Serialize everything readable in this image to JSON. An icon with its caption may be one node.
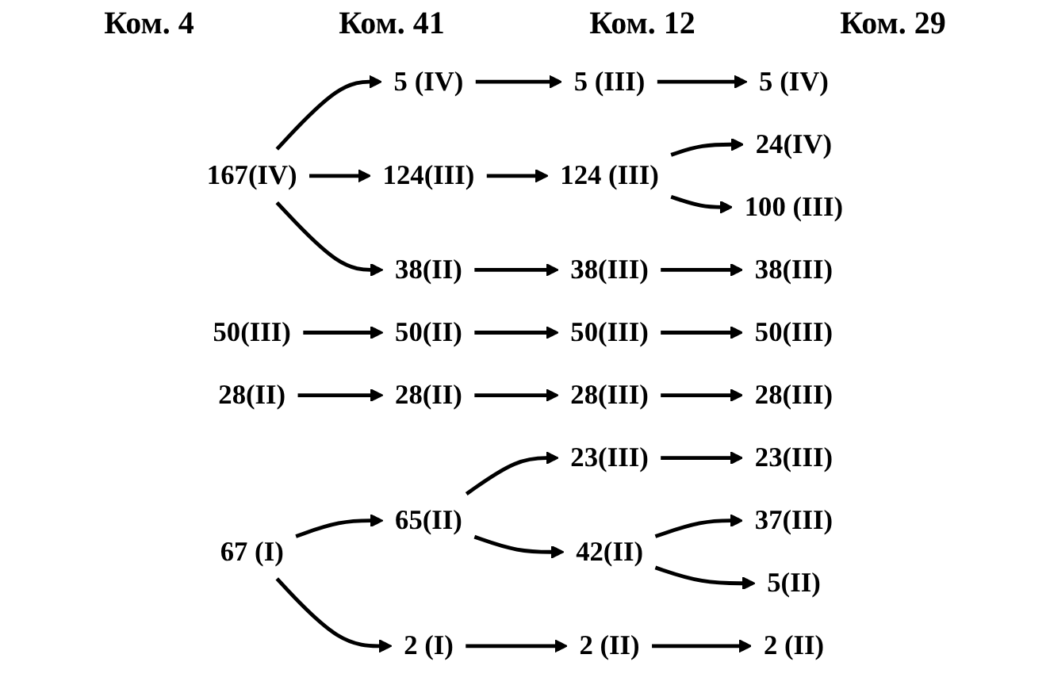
{
  "diagram": {
    "nodes": [
      {
        "text": [
          "167(IV)"
        ]
      },
      {
        "text": [
          "5 (IV)"
        ]
      },
      {
        "text": [
          "5 (III)"
        ]
      },
      {
        "text": [
          "5 (IV)"
        ]
      },
      {
        "text": [
          "124(III)"
        ]
      },
      {
        "text": [
          "124 (III)"
        ]
      },
      {
        "text": [
          "24(IV)"
        ]
      },
      {
        "text": [
          "100 (III)"
        ]
      },
      {
        "text": [
          "38(II)"
        ]
      },
      {
        "text": [
          "38(III)"
        ]
      },
      {
        "text": [
          "38(III)"
        ]
      },
      {
        "text": [
          "50(III)"
        ]
      },
      {
        "text": [
          "50(II)"
        ]
      },
      {
        "text": [
          "50(III)"
        ]
      },
      {
        "text": [
          "50(III)"
        ]
      },
      {
        "text": [
          "28(II)"
        ]
      },
      {
        "text": [
          "28(II)"
        ]
      },
      {
        "text": [
          "28(III)"
        ]
      },
      {
        "text": [
          "28(III)"
        ]
      },
      {
        "text": [
          "67 (I)"
        ]
      },
      {
        "text": [
          "65(II)"
        ]
      },
      {
        "text": [
          "23(III)"
        ]
      },
      {
        "text": [
          "23(III)"
        ]
      },
      {
        "text": [
          "42(II)"
        ]
      },
      {
        "text": [
          "37(III)"
        ]
      },
      {
        "text": [
          "5(II)"
        ]
      },
      {
        "text": [
          "2 (I)"
        ]
      },
      {
        "text": [
          "2 (II)"
        ]
      },
      {
        "text": [
          "2 (II)"
        ]
      }
    ],
    "edges": [
      {
        "from": 0,
        "to": 1,
        "arrow": "to"
      },
      {
        "from": 0,
        "to": 4,
        "arrow": "to"
      },
      {
        "from": 0,
        "to": 8,
        "arrow": "to"
      },
      {
        "from": 1,
        "to": 2,
        "arrow": "to"
      },
      {
        "from": 2,
        "to": 3,
        "arrow": "to"
      },
      {
        "from": 4,
        "to": 5,
        "arrow": "to"
      },
      {
        "from": 5,
        "to": 6,
        "arrow": "to"
      },
      {
        "from": 5,
        "to": 7,
        "arrow": "to"
      },
      {
        "from": 8,
        "to": 9,
        "arrow": "to"
      },
      {
        "from": 9,
        "to": 10,
        "arrow": "to"
      },
      {
        "from": 11,
        "to": 12,
        "arrow": "to"
      },
      {
        "from": 12,
        "to": 13,
        "arrow": "to"
      },
      {
        "from": 13,
        "to": 14,
        "arrow": "to"
      },
      {
        "from": 15,
        "to": 16,
        "arrow": "to"
      },
      {
        "from": 16,
        "to": 17,
        "arrow": "to"
      },
      {
        "from": 17,
        "to": 18,
        "arrow": "to"
      },
      {
        "from": 19,
        "to": 20,
        "arrow": "to"
      },
      {
        "from": 19,
        "to": 26,
        "arrow": "to"
      },
      {
        "from": 20,
        "to": 21,
        "arrow": "to"
      },
      {
        "from": 20,
        "to": 23,
        "arrow": "to"
      },
      {
        "from": 21,
        "to": 22,
        "arrow": "to"
      },
      {
        "from": 23,
        "to": 24,
        "arrow": "to"
      },
      {
        "from": 23,
        "to": 25,
        "arrow": "to"
      },
      {
        "from": 26,
        "to": 27,
        "arrow": "to"
      },
      {
        "from": 27,
        "to": 28,
        "arrow": "to"
      }
    ],
    "labels": [
      "Ком. 4",
      "Ком. 41",
      "Ком. 12",
      "Ком. 29"
    ]
  }
}
